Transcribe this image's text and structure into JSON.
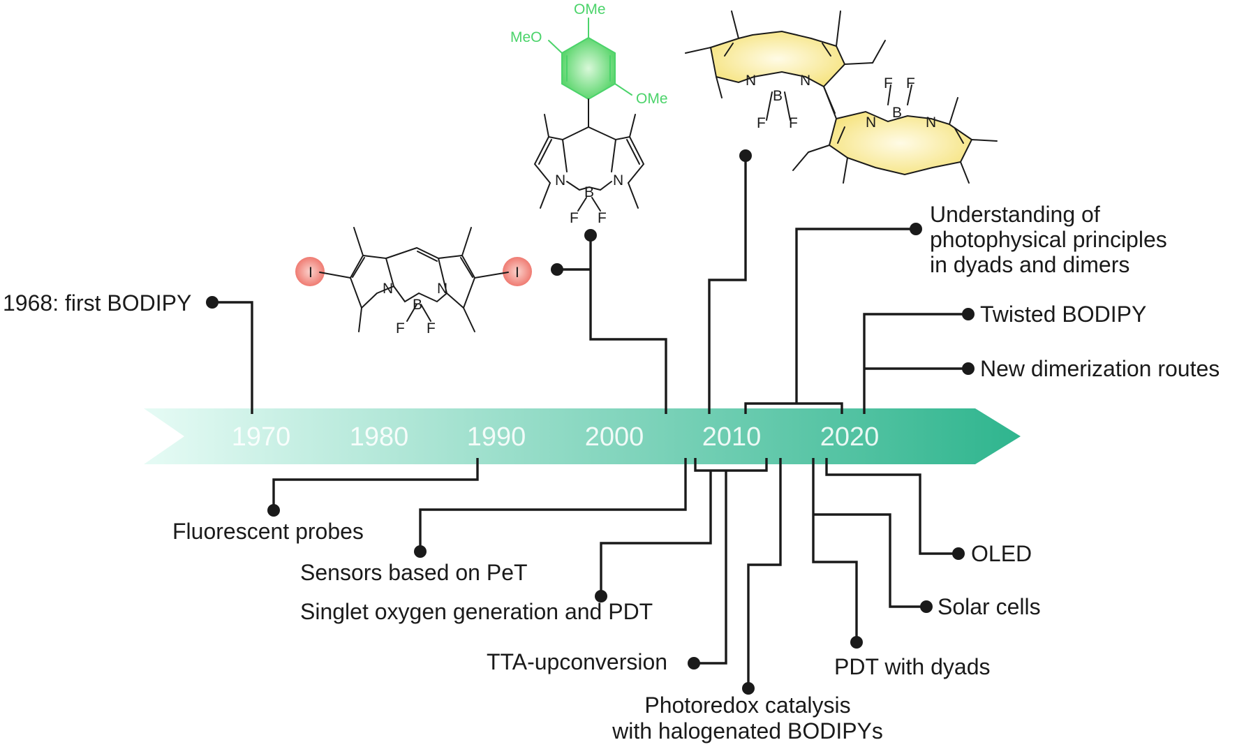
{
  "timeline": {
    "years": [
      "1970",
      "1980",
      "1990",
      "2000",
      "2010",
      "2020"
    ],
    "arrow_color_start": "#e6fbf5",
    "arrow_color_end": "#2fb58e"
  },
  "events": {
    "first_bodipy": "1968: first BODIPY",
    "understanding_1": "Understanding of",
    "understanding_2": "photophysical principles",
    "understanding_3": "in dyads and dimers",
    "twisted": "Twisted BODIPY",
    "dimerization": "New dimerization routes",
    "fluorescent_probes": "Fluorescent probes",
    "sensors_pet": "Sensors based on PeT",
    "singlet_oxygen": "Singlet oxygen generation and PDT",
    "tta": "TTA-upconversion",
    "photoredox_1": "Photoredox catalysis",
    "photoredox_2": "with halogenated BODIPYs",
    "oled": "OLED",
    "solar": "Solar cells",
    "pdt_dyads": "PDT with dyads"
  },
  "molecules": {
    "atom_n": "N",
    "atom_b": "B",
    "atom_f": "F",
    "atom_i": "I",
    "ome": "OMe",
    "meo": "MeO",
    "iodine_highlight_color": "#ef7b72",
    "aryl_color": "#4bd36a",
    "core_highlight_color": "#f5e27a"
  }
}
